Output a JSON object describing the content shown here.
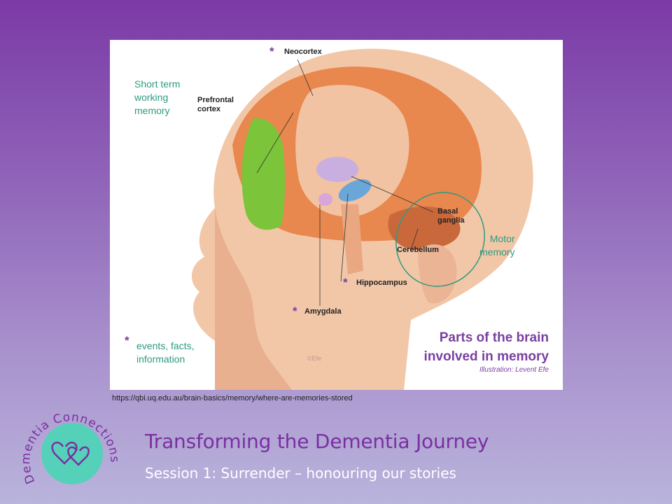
{
  "figure": {
    "labels": {
      "short_term": "Short term working memory",
      "short_term_line1": "Short term",
      "short_term_line2": "working",
      "short_term_line3": "memory",
      "prefrontal_line1": "Prefrontal",
      "prefrontal_line2": "cortex",
      "neocortex": "Neocortex",
      "basal_line1": "Basal",
      "basal_line2": "ganglia",
      "motor_line1": "Motor",
      "motor_line2": "memory",
      "cerebellum": "Cerebellum",
      "hippocampus": "Hippocampus",
      "amygdala": "Amygdala",
      "star": "*",
      "legend_line1": "events, facts,",
      "legend_line2": "information"
    },
    "caption": {
      "line1": "Parts of the brain",
      "line2": "involved in memory",
      "credit": "Illustration: Levent Efe"
    },
    "signature": "©Efe"
  },
  "source_url": "https://qbi.uq.edu.au/brain-basics/memory/where-are-memories-stored",
  "logo": {
    "text": "Dementia Connections",
    "icon": "double-heart-icon"
  },
  "title": "Transforming the Dementia Journey",
  "subtitle": "Session 1: Surrender – honouring our stories",
  "colors": {
    "accent_purple": "#7a2fa0",
    "teal": "#2e9a80",
    "logo_circle": "#55d1b9"
  }
}
